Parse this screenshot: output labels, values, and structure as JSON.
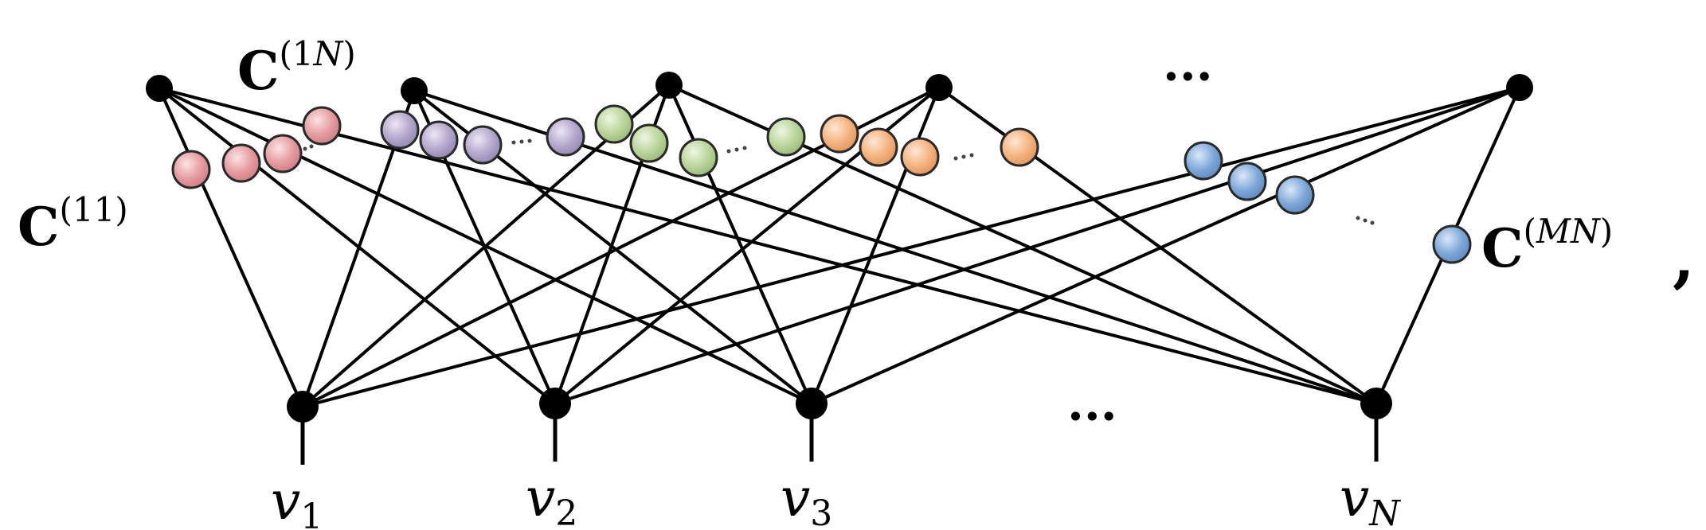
{
  "variables": [
    {
      "name": "v",
      "sub": "1"
    },
    {
      "name": "v",
      "sub": "2"
    },
    {
      "name": "v",
      "sub": "3"
    },
    {
      "name": "v",
      "sub": "N"
    }
  ],
  "matrix_labels": {
    "c11": {
      "base": "C",
      "open": "(",
      "i": "1",
      "j": "1",
      "close": ")"
    },
    "c1N": {
      "base": "C",
      "open": "(",
      "i": "1",
      "j": "N",
      "close": ")"
    },
    "cMN": {
      "base": "C",
      "open": "(",
      "i": "M",
      "j": "N",
      "close": ")"
    }
  },
  "ellipsis_top": "···",
  "ellipsis_bottom": "···",
  "trailing_comma": ",",
  "colors": {
    "group1": "#e59ba0",
    "group2": "#b3a6cc",
    "group3": "#b9d49a",
    "group4": "#f5b27e",
    "groupM": "#7da7d9"
  }
}
